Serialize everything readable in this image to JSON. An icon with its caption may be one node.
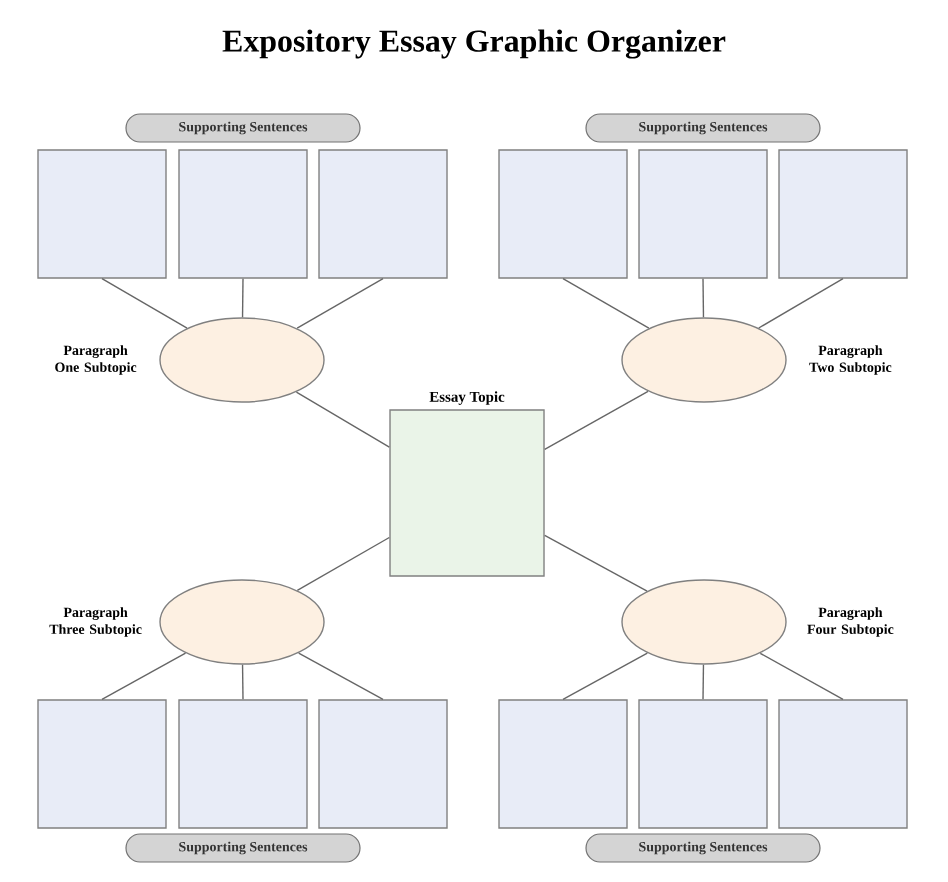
{
  "diagram": {
    "title": "Expository Essay Graphic Organizer",
    "nodes": [
      {
        "text": [
          "Supporting Sentences"
        ]
      },
      {
        "text": [],
        "shape": "box"
      },
      {
        "text": [],
        "shape": "box"
      },
      {
        "text": [],
        "shape": "box"
      },
      {
        "text": [
          "Supporting Sentences"
        ]
      },
      {
        "text": [],
        "shape": "box"
      },
      {
        "text": [],
        "shape": "box"
      },
      {
        "text": [],
        "shape": "box"
      },
      {
        "text": [],
        "shape": "ellipse",
        "beside": [
          "Paragraph One Subtopic"
        ]
      },
      {
        "text": [],
        "shape": "ellipse",
        "beside": [
          "Paragraph Two Subtopic"
        ]
      },
      {
        "text": [
          "Essay Topic"
        ]
      },
      {
        "text": [],
        "shape": "ellipse",
        "beside": [
          "Paragraph Three Subtopic"
        ]
      },
      {
        "text": [],
        "shape": "ellipse",
        "beside": [
          "Paragraph Four Subtopic"
        ]
      },
      {
        "text": [],
        "shape": "box"
      },
      {
        "text": [],
        "shape": "box"
      },
      {
        "text": [],
        "shape": "box"
      },
      {
        "text": [],
        "shape": "box"
      },
      {
        "text": [],
        "shape": "box"
      },
      {
        "text": [],
        "shape": "box"
      },
      {
        "text": [
          "Supporting Sentences"
        ]
      },
      {
        "text": [
          "Supporting Sentences"
        ]
      }
    ],
    "edges": [
      {
        "from": 8,
        "to": 1,
        "arrow": "none"
      },
      {
        "from": 8,
        "to": 2,
        "arrow": "none"
      },
      {
        "from": 8,
        "to": 3,
        "arrow": "none"
      },
      {
        "from": 9,
        "to": 5,
        "arrow": "none"
      },
      {
        "from": 9,
        "to": 6,
        "arrow": "none"
      },
      {
        "from": 9,
        "to": 7,
        "arrow": "none"
      },
      {
        "from": 10,
        "to": 8,
        "arrow": "none"
      },
      {
        "from": 10,
        "to": 9,
        "arrow": "none"
      },
      {
        "from": 10,
        "to": 11,
        "arrow": "none"
      },
      {
        "from": 10,
        "to": 12,
        "arrow": "none"
      },
      {
        "from": 11,
        "to": 13,
        "arrow": "none"
      },
      {
        "from": 11,
        "to": 14,
        "arrow": "none"
      },
      {
        "from": 11,
        "to": 15,
        "arrow": "none"
      },
      {
        "from": 12,
        "to": 16,
        "arrow": "none"
      },
      {
        "from": 12,
        "to": 17,
        "arrow": "none"
      },
      {
        "from": 12,
        "to": 18,
        "arrow": "none"
      }
    ]
  }
}
